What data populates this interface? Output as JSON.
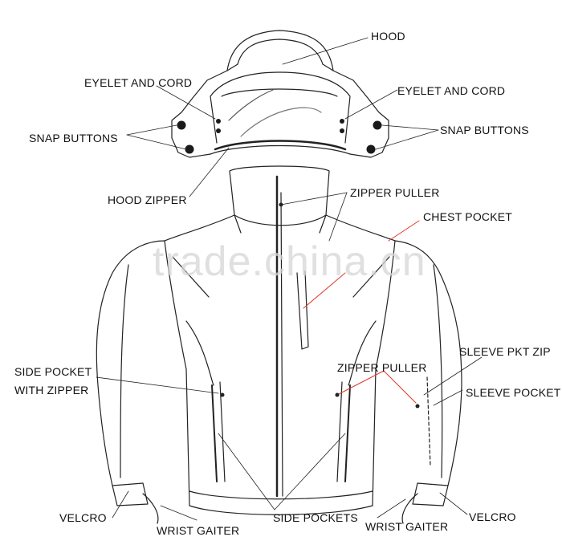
{
  "labels": {
    "hood": "HOOD",
    "eyelet_left": "EYELET AND CORD",
    "eyelet_right": "EYELET AND CORD",
    "snap_left": "SNAP BUTTONS",
    "snap_right": "SNAP BUTTONS",
    "hood_zipper": "HOOD ZIPPER",
    "zipper_puller_top": "ZIPPER PULLER",
    "chest_pocket": "CHEST POCKET",
    "sleeve_pkt_zip": "SLEEVE PKT ZIP",
    "side_pocket_line1": "SIDE POCKET",
    "side_pocket_line2": "WITH ZIPPER",
    "zipper_puller_mid": "ZIPPER PULLER",
    "sleeve_pocket": "SLEEVE POCKET",
    "velcro_left": "VELCRO",
    "wrist_gaiter_left": "WRIST GAITER",
    "side_pockets": "SIDE POCKETS",
    "wrist_gaiter_right": "WRIST GAITER",
    "velcro_right": "VELCRO"
  },
  "watermark": "trade.china.cn",
  "colors": {
    "line": "#222222",
    "leader": "#222222",
    "accent_leader": "#e0392b",
    "snap": "#1a1a1a",
    "watermark": "#cfcfcf"
  }
}
